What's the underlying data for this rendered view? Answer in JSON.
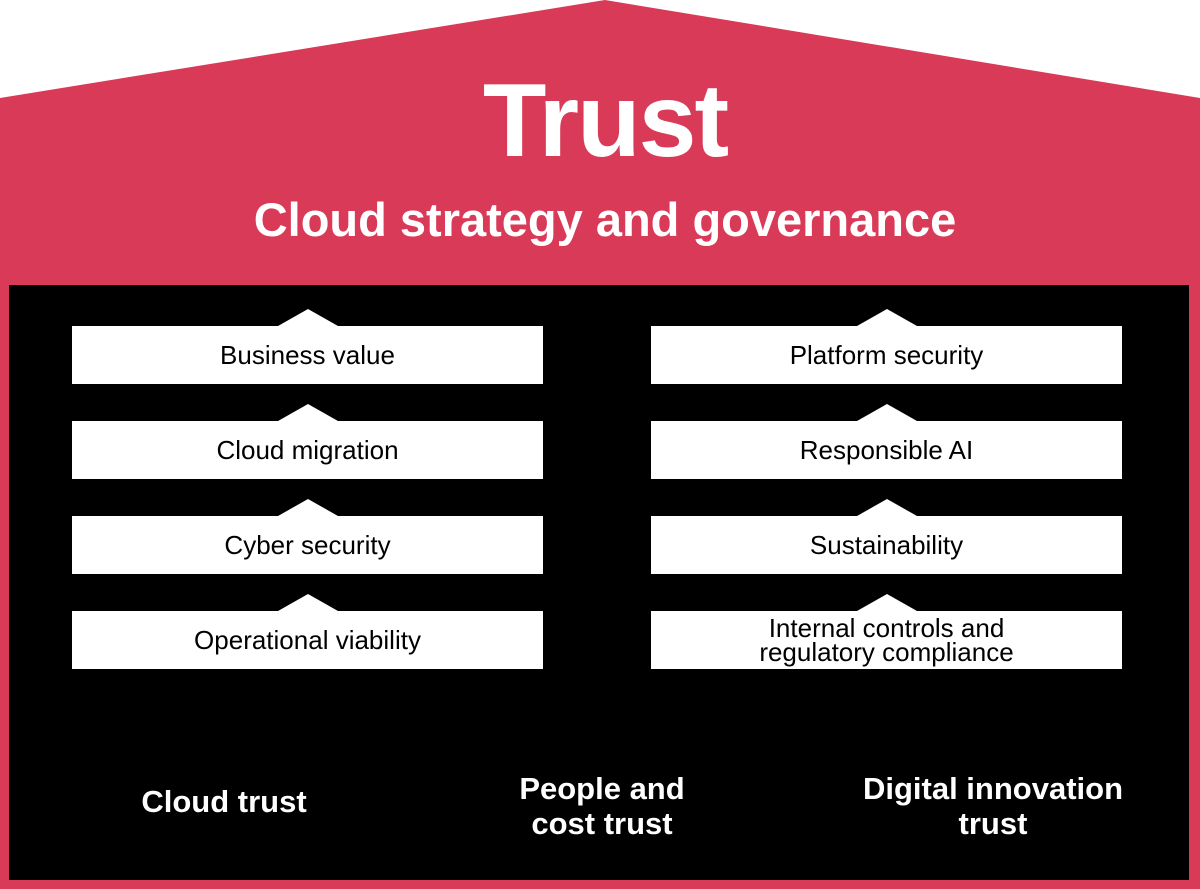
{
  "colors": {
    "roof": "#d93a57",
    "body": "#000000",
    "box": "#ffffff"
  },
  "header": {
    "title": "Trust",
    "subtitle": "Cloud strategy and governance"
  },
  "left_stack": [
    "Business value",
    "Cloud migration",
    "Cyber security",
    "Operational viability"
  ],
  "right_stack": [
    "Platform security",
    "Responsible AI",
    "Sustainability",
    "Internal controls and regulatory compliance"
  ],
  "pillars": [
    "Cloud trust",
    "People and cost trust",
    "Digital innovation trust"
  ]
}
